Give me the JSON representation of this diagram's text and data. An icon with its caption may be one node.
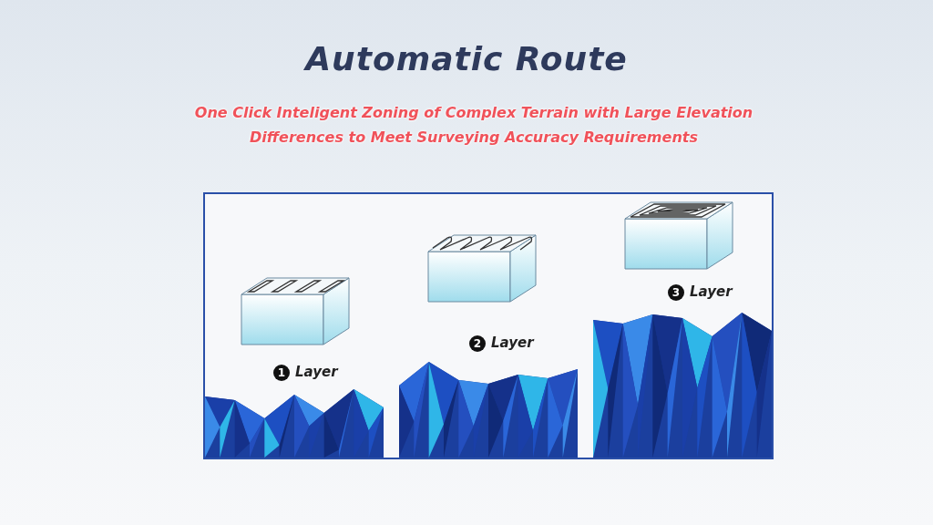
{
  "diagram": {
    "title": "Automatic Route",
    "labels": [
      "One Click Inteligent Zoning of Complex Terrain with Large Elevation Differences to Meet Surveying Accuracy Requirements",
      "1",
      "Layer",
      "2",
      "Layer",
      "3",
      "Layer"
    ]
  }
}
